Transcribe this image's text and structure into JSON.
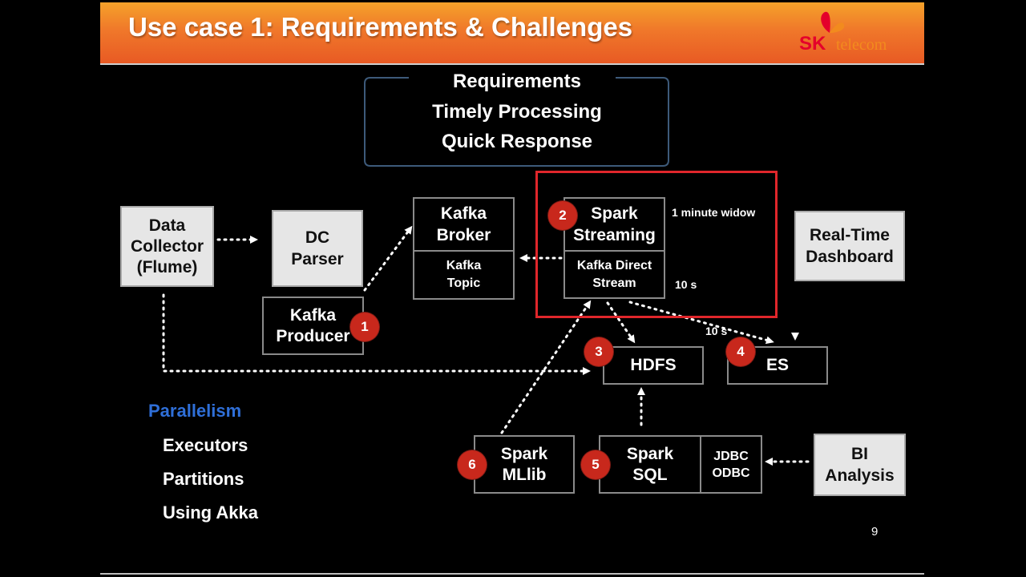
{
  "title": "Use case 1: Requirements & Challenges",
  "logo": {
    "brand": "SK",
    "suffix": "telecom"
  },
  "requirements": {
    "heading": "Requirements",
    "items": [
      "Timely Processing",
      "Quick Response"
    ]
  },
  "nodes": {
    "data_collector": "Data\nCollector\n(Flume)",
    "dc_parser": "DC\nParser",
    "kafka_producer": "Kafka\nProducer",
    "kafka_broker": "Kafka\nBroker",
    "kafka_topic": "Kafka\nTopic",
    "spark_streaming": "Spark\nStreaming",
    "kafka_direct_stream": "Kafka Direct\nStream",
    "realtime_dashboard": "Real-Time\nDashboard",
    "hdfs": "HDFS",
    "es": "ES",
    "spark_mllib": "Spark\nMLlib",
    "spark_sql": "Spark\nSQL",
    "jdbc_odbc": "JDBC\nODBC",
    "bi_analysis": "BI\nAnalysis"
  },
  "badges": [
    "1",
    "2",
    "3",
    "4",
    "5",
    "6"
  ],
  "notes": {
    "window": "1 minute widow",
    "interval_stream": "10 s",
    "interval_es": "10 s"
  },
  "parallelism": {
    "heading": "Parallelism",
    "items": [
      "Executors",
      "Partitions",
      "Using Akka"
    ]
  },
  "page_number": "9",
  "colors": {
    "banner": "#f0782a",
    "highlight": "#e0262b",
    "badge": "#c8281c",
    "accent": "#2f6fd8"
  }
}
